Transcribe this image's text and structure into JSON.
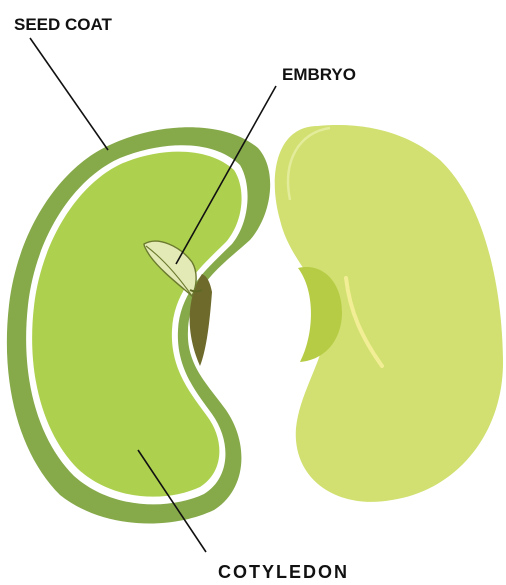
{
  "diagram": {
    "labels": {
      "seed_coat": "SEED COAT",
      "embryo": "EMBRYO",
      "cotyledon": "COTYLEDON"
    },
    "colors": {
      "seed_coat": "#86A94A",
      "cotyledon_left": "#ADD14F",
      "cotyledon_right": "#D1E070",
      "embryo_leaf": "#E3EAB6",
      "embryo_shadow": "#6E6A2C",
      "line": "#111111"
    }
  }
}
